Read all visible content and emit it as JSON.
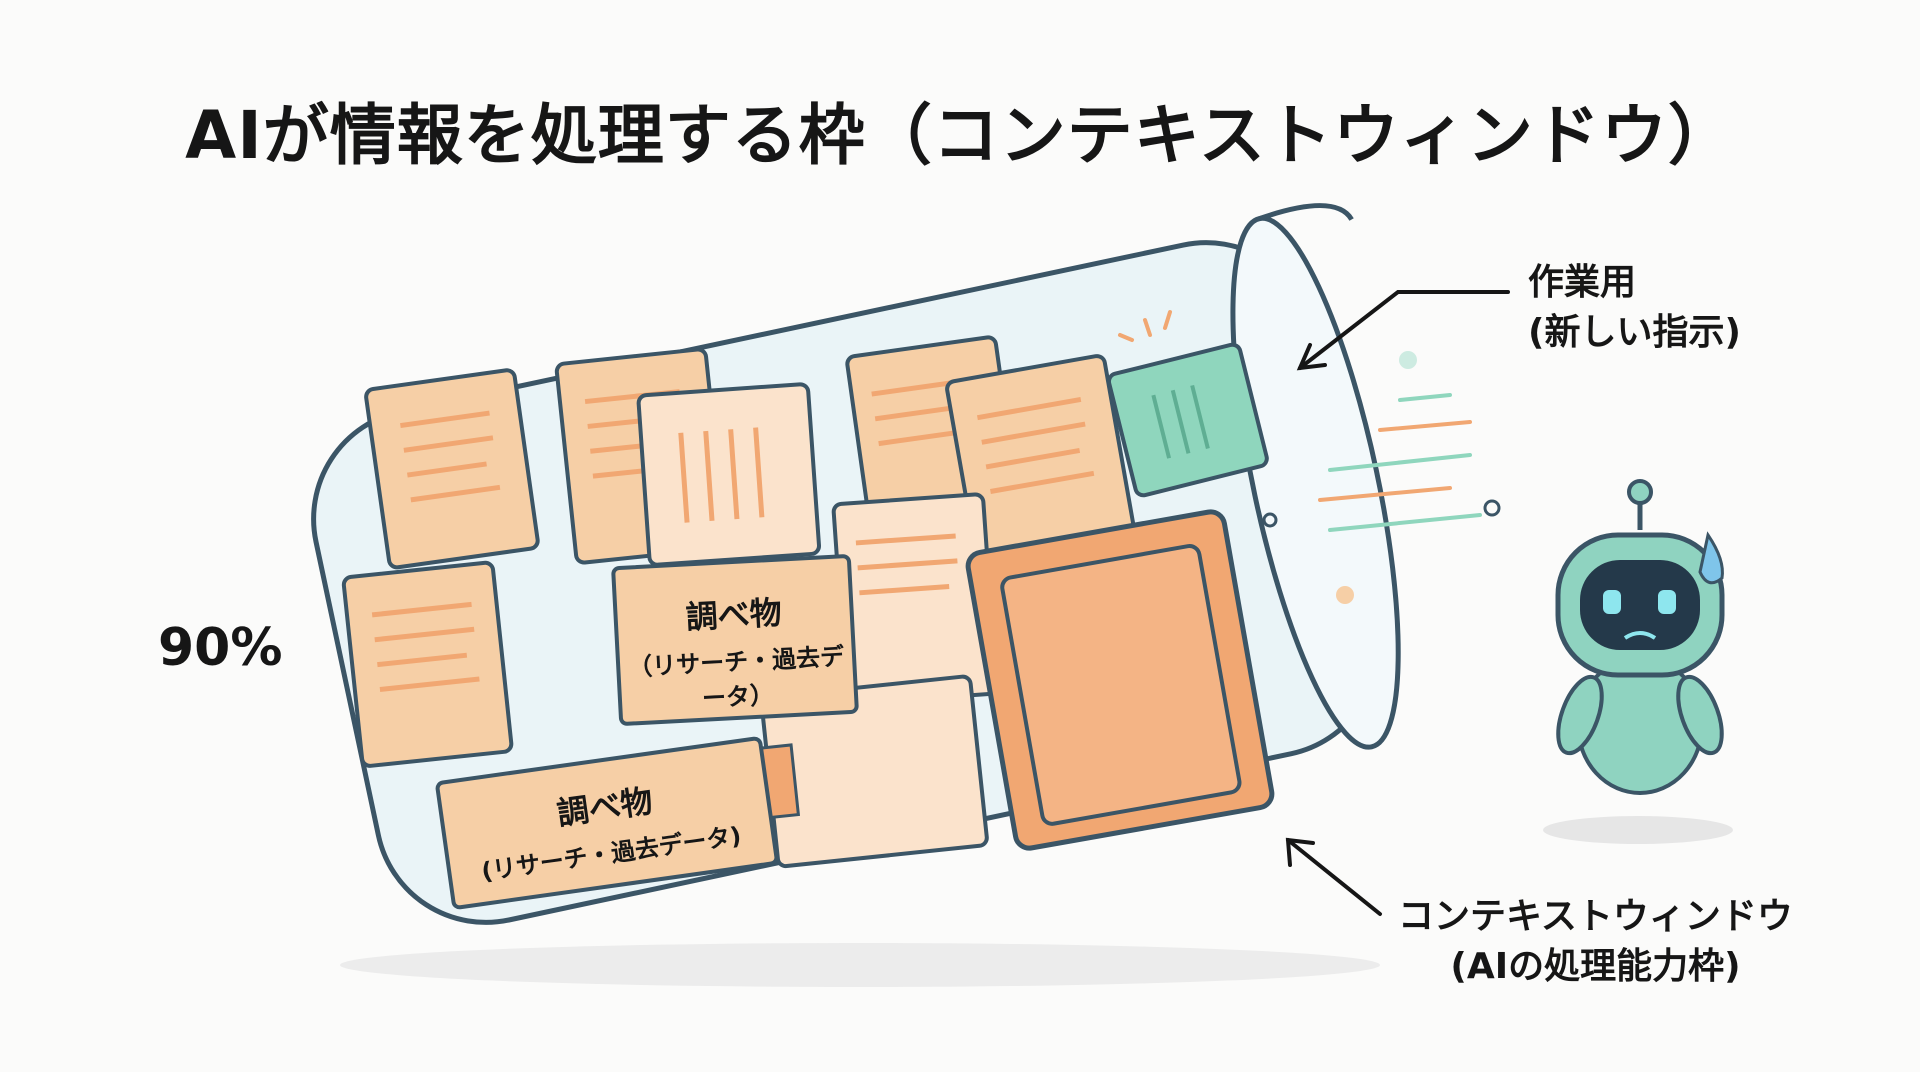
{
  "title": "AIが情報を処理する枠（コンテキストウィンドウ）",
  "usage_percent": "90%",
  "work_label": {
    "line1": "作業用",
    "line2": "(新しい指示)"
  },
  "window_label": {
    "line1": "コンテキストウィンドウ",
    "line2": "(AIの処理能力枠)"
  },
  "notes": [
    {
      "line1": "調べ物",
      "line2": "（リサーチ・過去データ）"
    },
    {
      "line1": "調べ物",
      "line2": "(リサーチ・過去データ)"
    }
  ],
  "colors": {
    "paper": "#f6cfa6",
    "folder": "#f1a772",
    "mint": "#8fd6bd",
    "outline": "#3b5566",
    "glass": "#e9f3f6",
    "robot": "#8fd3c0"
  }
}
